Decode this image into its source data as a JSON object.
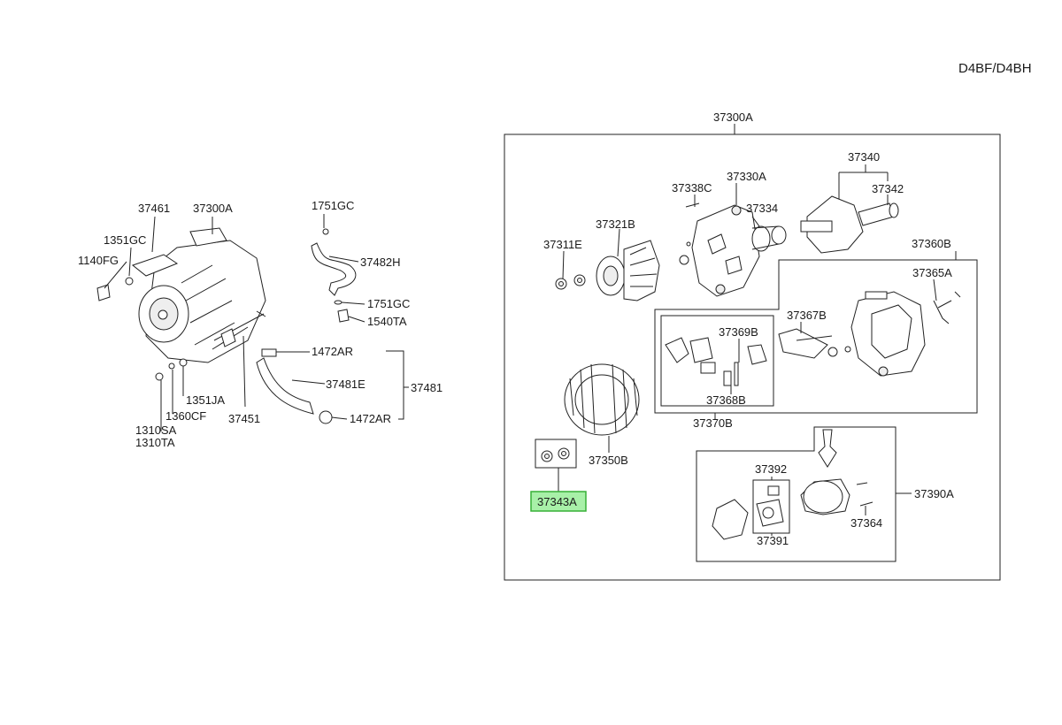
{
  "engine_code": "D4BF/D4BH",
  "highlight_color": "#a8f0a8",
  "labels": {
    "p37300A_top": "37300A",
    "p37461": "37461",
    "p37300A_left": "37300A",
    "p1351GC": "1351GC",
    "p1140FG": "1140FG",
    "p1310SA": "1310SA",
    "p1310TA": "1310TA",
    "p1360CF": "1360CF",
    "p1351JA": "1351JA",
    "p37451": "37451",
    "p1751GC_a": "1751GC",
    "p37482H": "37482H",
    "p1751GC_b": "1751GC",
    "p1540TA": "1540TA",
    "p1472AR_a": "1472AR",
    "p37481E": "37481E",
    "p37481": "37481",
    "p1472AR_b": "1472AR",
    "p37340": "37340",
    "p37342": "37342",
    "p37338C": "37338C",
    "p37330A": "37330A",
    "p37334": "37334",
    "p37321B": "37321B",
    "p37311E": "37311E",
    "p37360B": "37360B",
    "p37365A": "37365A",
    "p37367B": "37367B",
    "p37369B": "37369B",
    "p37368B": "37368B",
    "p37370B": "37370B",
    "p37350B": "37350B",
    "p37343A": "37343A",
    "p37390A": "37390A",
    "p37392": "37392",
    "p37391": "37391",
    "p37364": "37364"
  }
}
